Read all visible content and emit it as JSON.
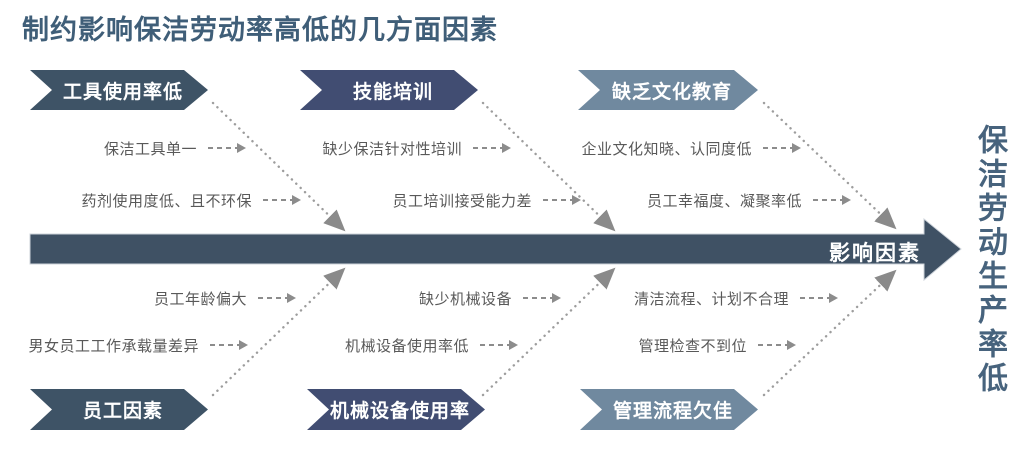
{
  "title": "制约影响保洁劳动率高低的几方面因素",
  "outcome_label": "保洁劳动生产率低",
  "spine": {
    "label": "影响因素"
  },
  "colors": {
    "dark_slate": "#3e5366",
    "navy": "#414d72",
    "steel_blue": "#70899f",
    "spine_fill": "#3f5164",
    "title_text": "#3f5e78",
    "cause_text": "#595959",
    "connector_gray": "#9d9d9d",
    "banner_text": "#ffffff"
  },
  "top_branches": [
    {
      "label": "工具使用率低",
      "causes": [
        "保洁工具单一",
        "药剂使用度低、且不环保"
      ]
    },
    {
      "label": "技能培训",
      "causes": [
        "缺少保洁针对性培训",
        "员工培训接受能力差"
      ]
    },
    {
      "label": "缺乏文化教育",
      "causes": [
        "企业文化知晓、认同度低",
        "员工幸福度、凝聚率低"
      ]
    }
  ],
  "bottom_branches": [
    {
      "label": "员工因素",
      "causes": [
        "员工年龄偏大",
        "男女员工工作承载量差异"
      ]
    },
    {
      "label": "机械设备使用率",
      "causes": [
        "缺少机械设备",
        "机械设备使用率低"
      ]
    },
    {
      "label": "管理流程欠佳",
      "causes": [
        "清洁流程、计划不合理",
        "管理检查不到位"
      ]
    }
  ]
}
